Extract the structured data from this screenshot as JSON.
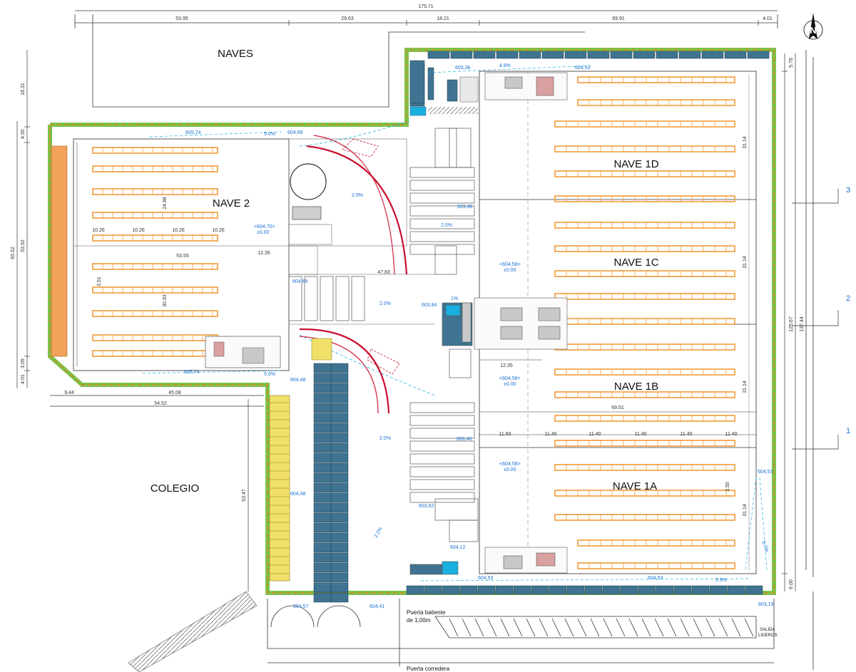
{
  "labels": {
    "naves": "NAVES",
    "colegio": "COLEGIO",
    "nave2": "NAVE 2",
    "nave1d": "NAVE 1D",
    "nave1c": "NAVE 1C",
    "nave1b": "NAVE 1B",
    "nave1a": "NAVE 1A",
    "north": "N",
    "puerta_batiente_1": "Puerta batiente",
    "puerta_batiente_2": "de 1,00m",
    "puerta_corredera": "Puerta corredera",
    "salida_1": "SALIDA",
    "salida_2": "LIGEROS"
  },
  "top_dims": {
    "total": "175.71",
    "d1": "53.95",
    "d2": "29.63",
    "d3": "18.21",
    "d4": "69.91",
    "d5": "4.01"
  },
  "left_dims": {
    "a": "18.31",
    "b": "4.50",
    "c": "65.52",
    "d": "53.92",
    "e": "3.09",
    "f": "4.01",
    "g": "53.47"
  },
  "right_dims": {
    "a": "5.78",
    "b": "31.14",
    "c": "31.14",
    "d": "31.14",
    "e": "31.14",
    "f": "125.67",
    "g": "137.44",
    "h": "6.00",
    "i": "3.55"
  },
  "nave2_dims": {
    "w1": "10.26",
    "w2": "10.26",
    "w3": "10.26",
    "w4": "10.26",
    "total": "53.55",
    "h1": "24.88",
    "h2": "30.93",
    "s": "3.51",
    "mid": "12.35",
    "lower1": "9.44",
    "lower2": "45.08",
    "lower3": "54.52"
  },
  "center_dims": {
    "road": "47.83",
    "c1": "12.35",
    "c2": "69.51",
    "n1": "11.60",
    "n2": "11.40",
    "n3": "11.40",
    "n4": "11.40",
    "n5": "11.40",
    "n6": "11.40"
  },
  "levels": {
    "l1": "603,38",
    "l2": "604,53",
    "l3": "605,74",
    "l4": "604,69",
    "l5": "603,48",
    "l6": "604,69",
    "l7": "603,94",
    "l8": "604,48",
    "l9": "605,74",
    "l10": "603,46",
    "l11": "604,48",
    "l12": "603,62",
    "l13": "604,12",
    "l14": "604,53",
    "l15": "604,53",
    "l16": "604,53",
    "l17": "604,57",
    "l18": "604,41",
    "l19": "603,19",
    "l20": "<604,58>",
    "l21": "±0.00",
    "l22": "<604,58>",
    "l23": "±0.00",
    "l24": "<604,58>",
    "l25": "±0.00",
    "l26": "<604,70>",
    "l27": "±0.00"
  },
  "slopes": {
    "s1": "4.8%",
    "s2": "5.0%",
    "s3": "2.9%",
    "s4": "2.0%",
    "s5": "2.0%",
    "s6": "1%",
    "s7": "5.6%",
    "s8": "2.0%",
    "s9": "2.2%",
    "s10": "5.9%",
    "s11": "5.7%"
  },
  "axis_marks": {
    "m1": "1",
    "m2": "2",
    "m3": "3"
  },
  "colors": {
    "rack": "#f29b38",
    "parking": "#3f7391",
    "yellow": "#f0e06a",
    "orange_band": "#f2a25a",
    "green": "#7bc34a",
    "red": "#c8102e",
    "blue_text": "#1a6fd0",
    "cyan": "#1ab0e0"
  }
}
